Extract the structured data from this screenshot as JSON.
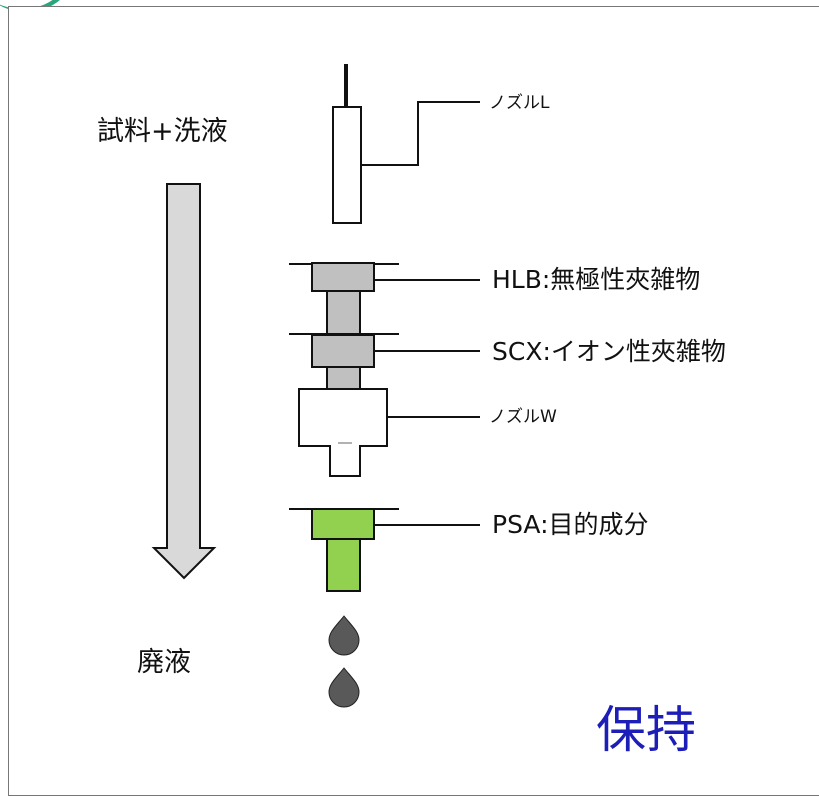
{
  "flow": {
    "top_label": "試料+洗液",
    "bottom_label": "廃液"
  },
  "components": {
    "nozzle_l": "ノズルL",
    "hlb": "HLB:無極性夾雑物",
    "scx": "SCX:イオン性夾雑物",
    "nozzle_w": "ノズルW",
    "psa": "PSA:目的成分"
  },
  "result_label": "保持",
  "colors": {
    "cartridge_gray": "#c0c0c0",
    "psa_green": "#92d050",
    "arrow_fill": "#d9d9d9",
    "drop_fill": "#595959",
    "result_text": "#1d1db8",
    "corner_accent": "#2aa57c"
  }
}
